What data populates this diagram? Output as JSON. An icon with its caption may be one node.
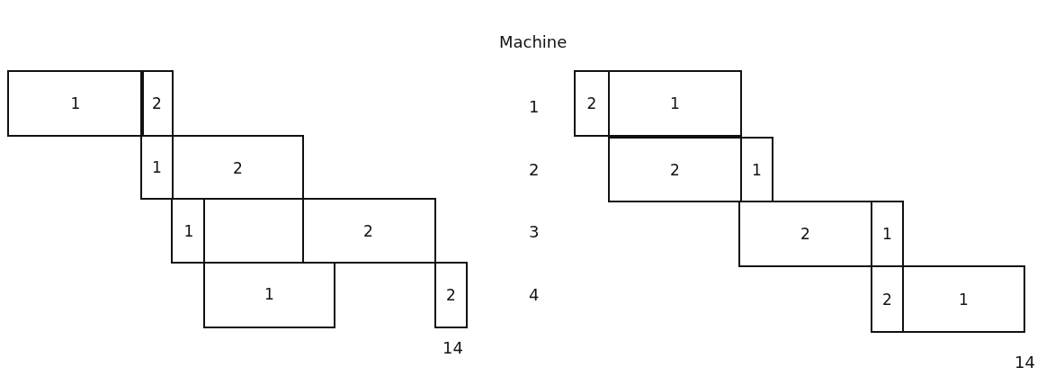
{
  "diagram": {
    "nodes": [
      {
        "text": [
          "1"
        ]
      },
      {
        "text": [
          "2"
        ]
      },
      {
        "text": [
          "1"
        ]
      },
      {
        "text": [
          "2"
        ]
      },
      {
        "text": [
          "1"
        ]
      },
      {
        "text": [],
        "shape": "box"
      },
      {
        "text": [
          "2"
        ]
      },
      {
        "text": [
          "1"
        ]
      },
      {
        "text": [
          "2"
        ]
      },
      {
        "text": [
          "2"
        ]
      },
      {
        "text": [
          "1"
        ]
      },
      {
        "text": [
          "2"
        ]
      },
      {
        "text": [
          "1"
        ]
      },
      {
        "text": [
          "2"
        ]
      },
      {
        "text": [
          "1"
        ]
      },
      {
        "text": [
          "2"
        ]
      },
      {
        "text": [
          "1"
        ]
      }
    ],
    "edges": [],
    "labels": [
      "Machine",
      "1",
      "2",
      "3",
      "4",
      "14",
      "14"
    ]
  }
}
